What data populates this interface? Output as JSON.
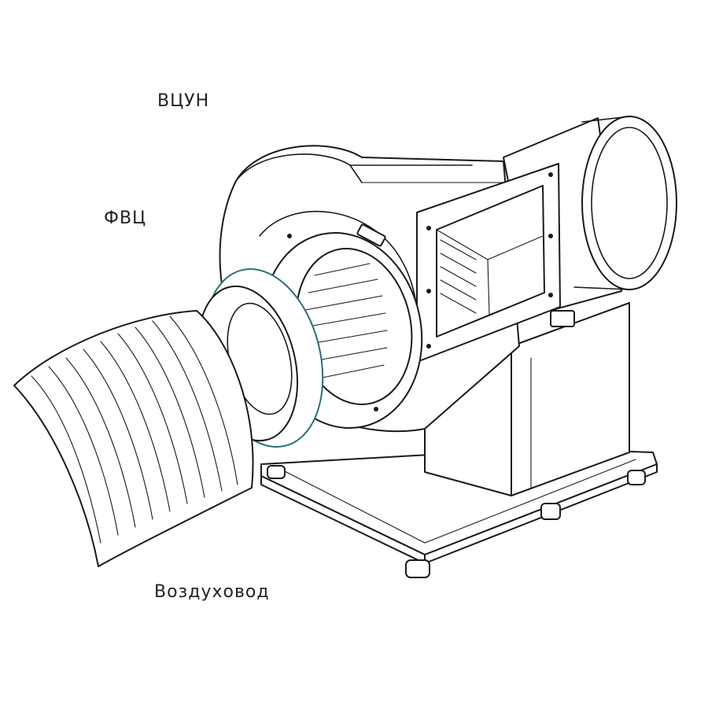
{
  "labels": {
    "fan": "ВЦУН",
    "filter": "ФВЦ",
    "duct": "Воздуховод"
  },
  "colors": {
    "line": "#1a1a1a",
    "background": "#ffffff",
    "text": "#222222",
    "ring_accent": "#2b6f78"
  }
}
